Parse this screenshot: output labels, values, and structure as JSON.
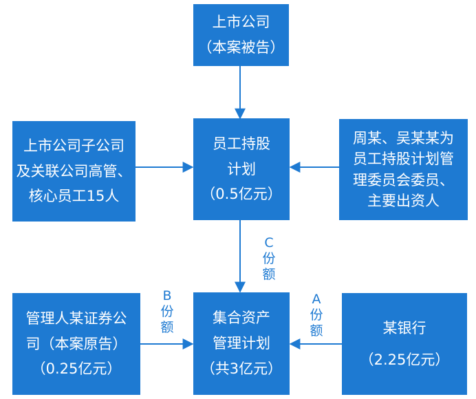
{
  "colors": {
    "box_fill": "#1E7AD2",
    "box_text": "#FFFFFF",
    "arrow": "#1E7AD2",
    "label_text": "#1E7AD2"
  },
  "boxes": {
    "listed_company": {
      "lines": [
        "上市公司",
        "（本案被告）"
      ]
    },
    "subsidiary_execs": {
      "lines": [
        "上市公司子公司",
        "及关联公司高管、",
        "核心员工15人"
      ]
    },
    "esop": {
      "lines": [
        "员工持股",
        "计划",
        "（0.5亿元）"
      ]
    },
    "committee": {
      "lines": [
        "周某、吴某某为",
        "员工持股计划管",
        "理委员会委员、",
        "主要出资人"
      ]
    },
    "manager": {
      "lines": [
        "管理人某证券公",
        "司（本案原告）",
        "（0.25亿元）"
      ]
    },
    "collective_plan": {
      "lines": [
        "集合资产",
        "管理计划",
        "（共3亿元）"
      ]
    },
    "bank": {
      "lines": [
        "某银行",
        "（2.25亿元）"
      ]
    }
  },
  "labels": {
    "c_share": [
      "C",
      "份",
      "额"
    ],
    "b_share": [
      "B",
      "份",
      "额"
    ],
    "a_share": [
      "A",
      "份",
      "额"
    ]
  }
}
